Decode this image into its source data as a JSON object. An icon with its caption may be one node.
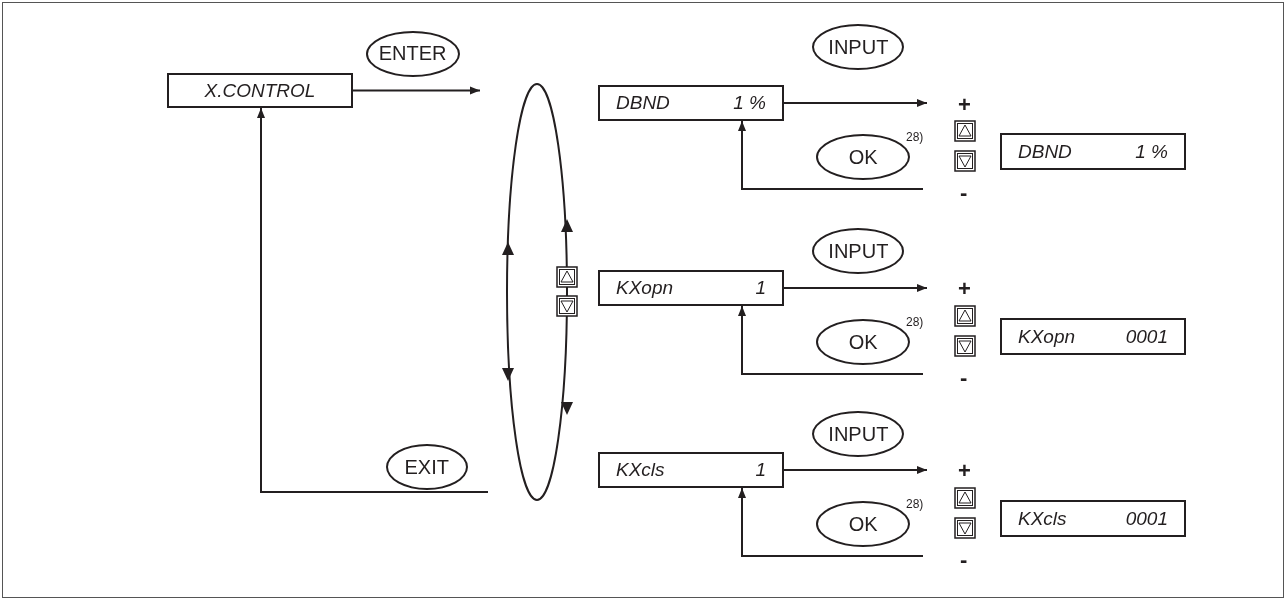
{
  "diagram": {
    "nodes": [
      {
        "text": [
          "X.CONTROL"
        ]
      },
      {
        "text": [
          "DBND",
          "1 %"
        ]
      },
      {
        "text": [
          "DBND",
          "1 %"
        ]
      },
      {
        "text": [
          "KXopn",
          "1"
        ]
      },
      {
        "text": [
          "KXopn",
          "0001"
        ]
      },
      {
        "text": [
          "KXcls",
          "1"
        ]
      },
      {
        "text": [
          "KXcls",
          "0001"
        ]
      }
    ],
    "edges": [
      {
        "from": 0,
        "to": null,
        "arrow": "to",
        "label": "ENTER"
      },
      {
        "from": null,
        "to": 0,
        "arrow": "to",
        "label": "EXIT"
      },
      {
        "from": 1,
        "to": 2,
        "arrow": "to",
        "label": "INPUT"
      },
      {
        "from": null,
        "to": 1,
        "arrow": "to",
        "label": "OK"
      },
      {
        "from": 3,
        "to": 4,
        "arrow": "to",
        "label": "INPUT"
      },
      {
        "from": null,
        "to": 3,
        "arrow": "to",
        "label": "OK"
      },
      {
        "from": 5,
        "to": 6,
        "arrow": "to",
        "label": "INPUT"
      },
      {
        "from": null,
        "to": 5,
        "arrow": "to",
        "label": "OK"
      }
    ],
    "labels": [
      "+",
      "28)",
      "-",
      "+",
      "28)",
      "-",
      "+",
      "28)",
      "-"
    ]
  }
}
